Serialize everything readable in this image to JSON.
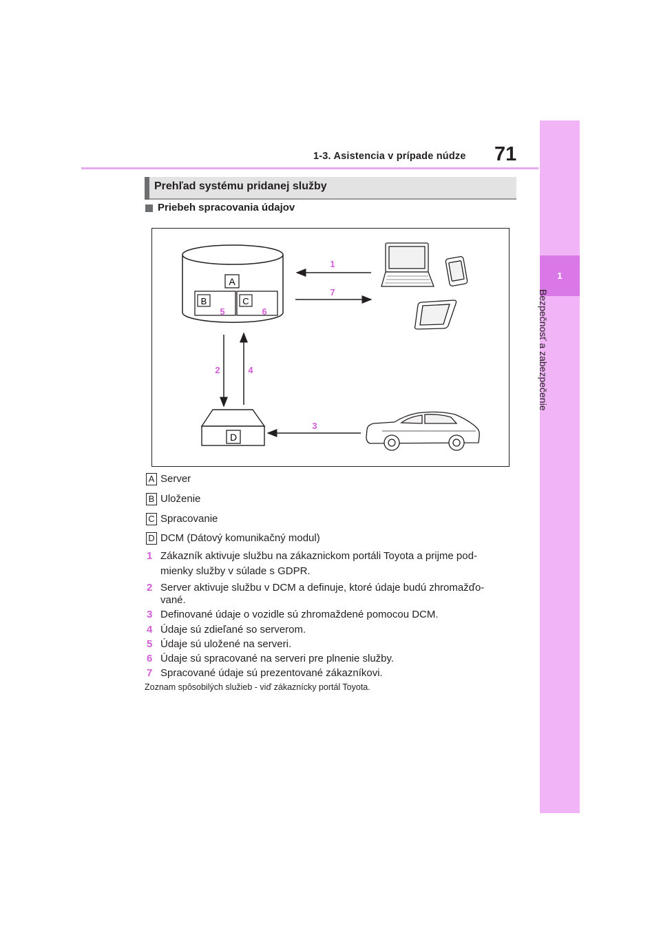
{
  "header": {
    "chapter_title": "1-3. Asistencia v prípade núdze",
    "page_number": "71"
  },
  "side_tab": {
    "chapter_number": "1",
    "label": "Bezpečnosť a zabezpečenie"
  },
  "section": {
    "title": "Prehľad systému pridanej služby"
  },
  "subsection": {
    "title": "Priebeh spracovania údajov"
  },
  "diagram": {
    "boxes": {
      "server": "A",
      "storage": "B",
      "processing": "C",
      "dcm": "D"
    },
    "arrows": [
      "1",
      "2",
      "3",
      "4",
      "5",
      "6",
      "7"
    ]
  },
  "legend": [
    {
      "key": "A",
      "text": "Server"
    },
    {
      "key": "B",
      "text": "Uloženie"
    },
    {
      "key": "C",
      "text": "Spracovanie"
    },
    {
      "key": "D",
      "text": "DCM (Dátový komunikačný modul)"
    }
  ],
  "steps": [
    {
      "num": "1",
      "lines": [
        "Zákazník aktivuje službu na zákaznickom portáli Toyota a prijme pod-",
        "mienky služby v súlade s GDPR."
      ]
    },
    {
      "num": "2",
      "lines": [
        "Server aktivuje službu v DCM a definuje, ktoré údaje budú zhromažďo-",
        "vané."
      ]
    },
    {
      "num": "3",
      "lines": [
        "Definované údaje o vozidle sú zhromaždené pomocou DCM."
      ]
    },
    {
      "num": "4",
      "lines": [
        "Údaje sú zdieľané so serverom."
      ]
    },
    {
      "num": "5",
      "lines": [
        "Údaje sú uložené na serveri."
      ]
    },
    {
      "num": "6",
      "lines": [
        "Údaje sú spracované na serveri pre plnenie služby."
      ]
    },
    {
      "num": "7",
      "lines": [
        "Spracované údaje sú prezentované zákazníkovi."
      ]
    }
  ],
  "footnote": "Zoznam spôsobilých služieb - viď zákaznícky portál Toyota.",
  "colors": {
    "accent_pink": "#d35cd8",
    "tab_pink": "#f0b4f7",
    "tab_dark_pink": "#d978e6",
    "heading_gray": "#e3e3e3"
  }
}
